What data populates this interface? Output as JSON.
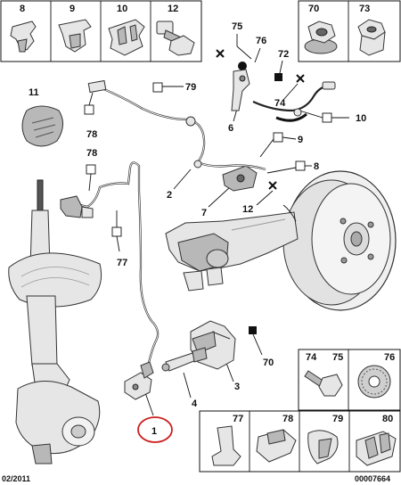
{
  "top_left_panel": {
    "labels": [
      "8",
      "9",
      "10",
      "12"
    ]
  },
  "top_right_panel": {
    "labels": [
      "70",
      "73"
    ]
  },
  "bottom_mid_panel": {
    "labels": [
      "74",
      "75",
      "76"
    ]
  },
  "bottom_right_panel": {
    "labels": [
      "77",
      "78",
      "79",
      "80"
    ]
  },
  "callouts": {
    "c75": "75",
    "c76": "76",
    "c72": "72",
    "c74": "74",
    "c6": "6",
    "c79": "79",
    "c11": "11",
    "c78a": "78",
    "c78b": "78",
    "c10": "10",
    "c9": "9",
    "c8": "8",
    "c2": "2",
    "c12": "12",
    "c7": "7",
    "c77": "77",
    "c70": "70",
    "c3": "3",
    "c4": "4",
    "c1": "1"
  },
  "footer": {
    "date": "02/2011",
    "ref": "00007664"
  },
  "colors": {
    "highlight_circle": "#cc1f1f"
  }
}
